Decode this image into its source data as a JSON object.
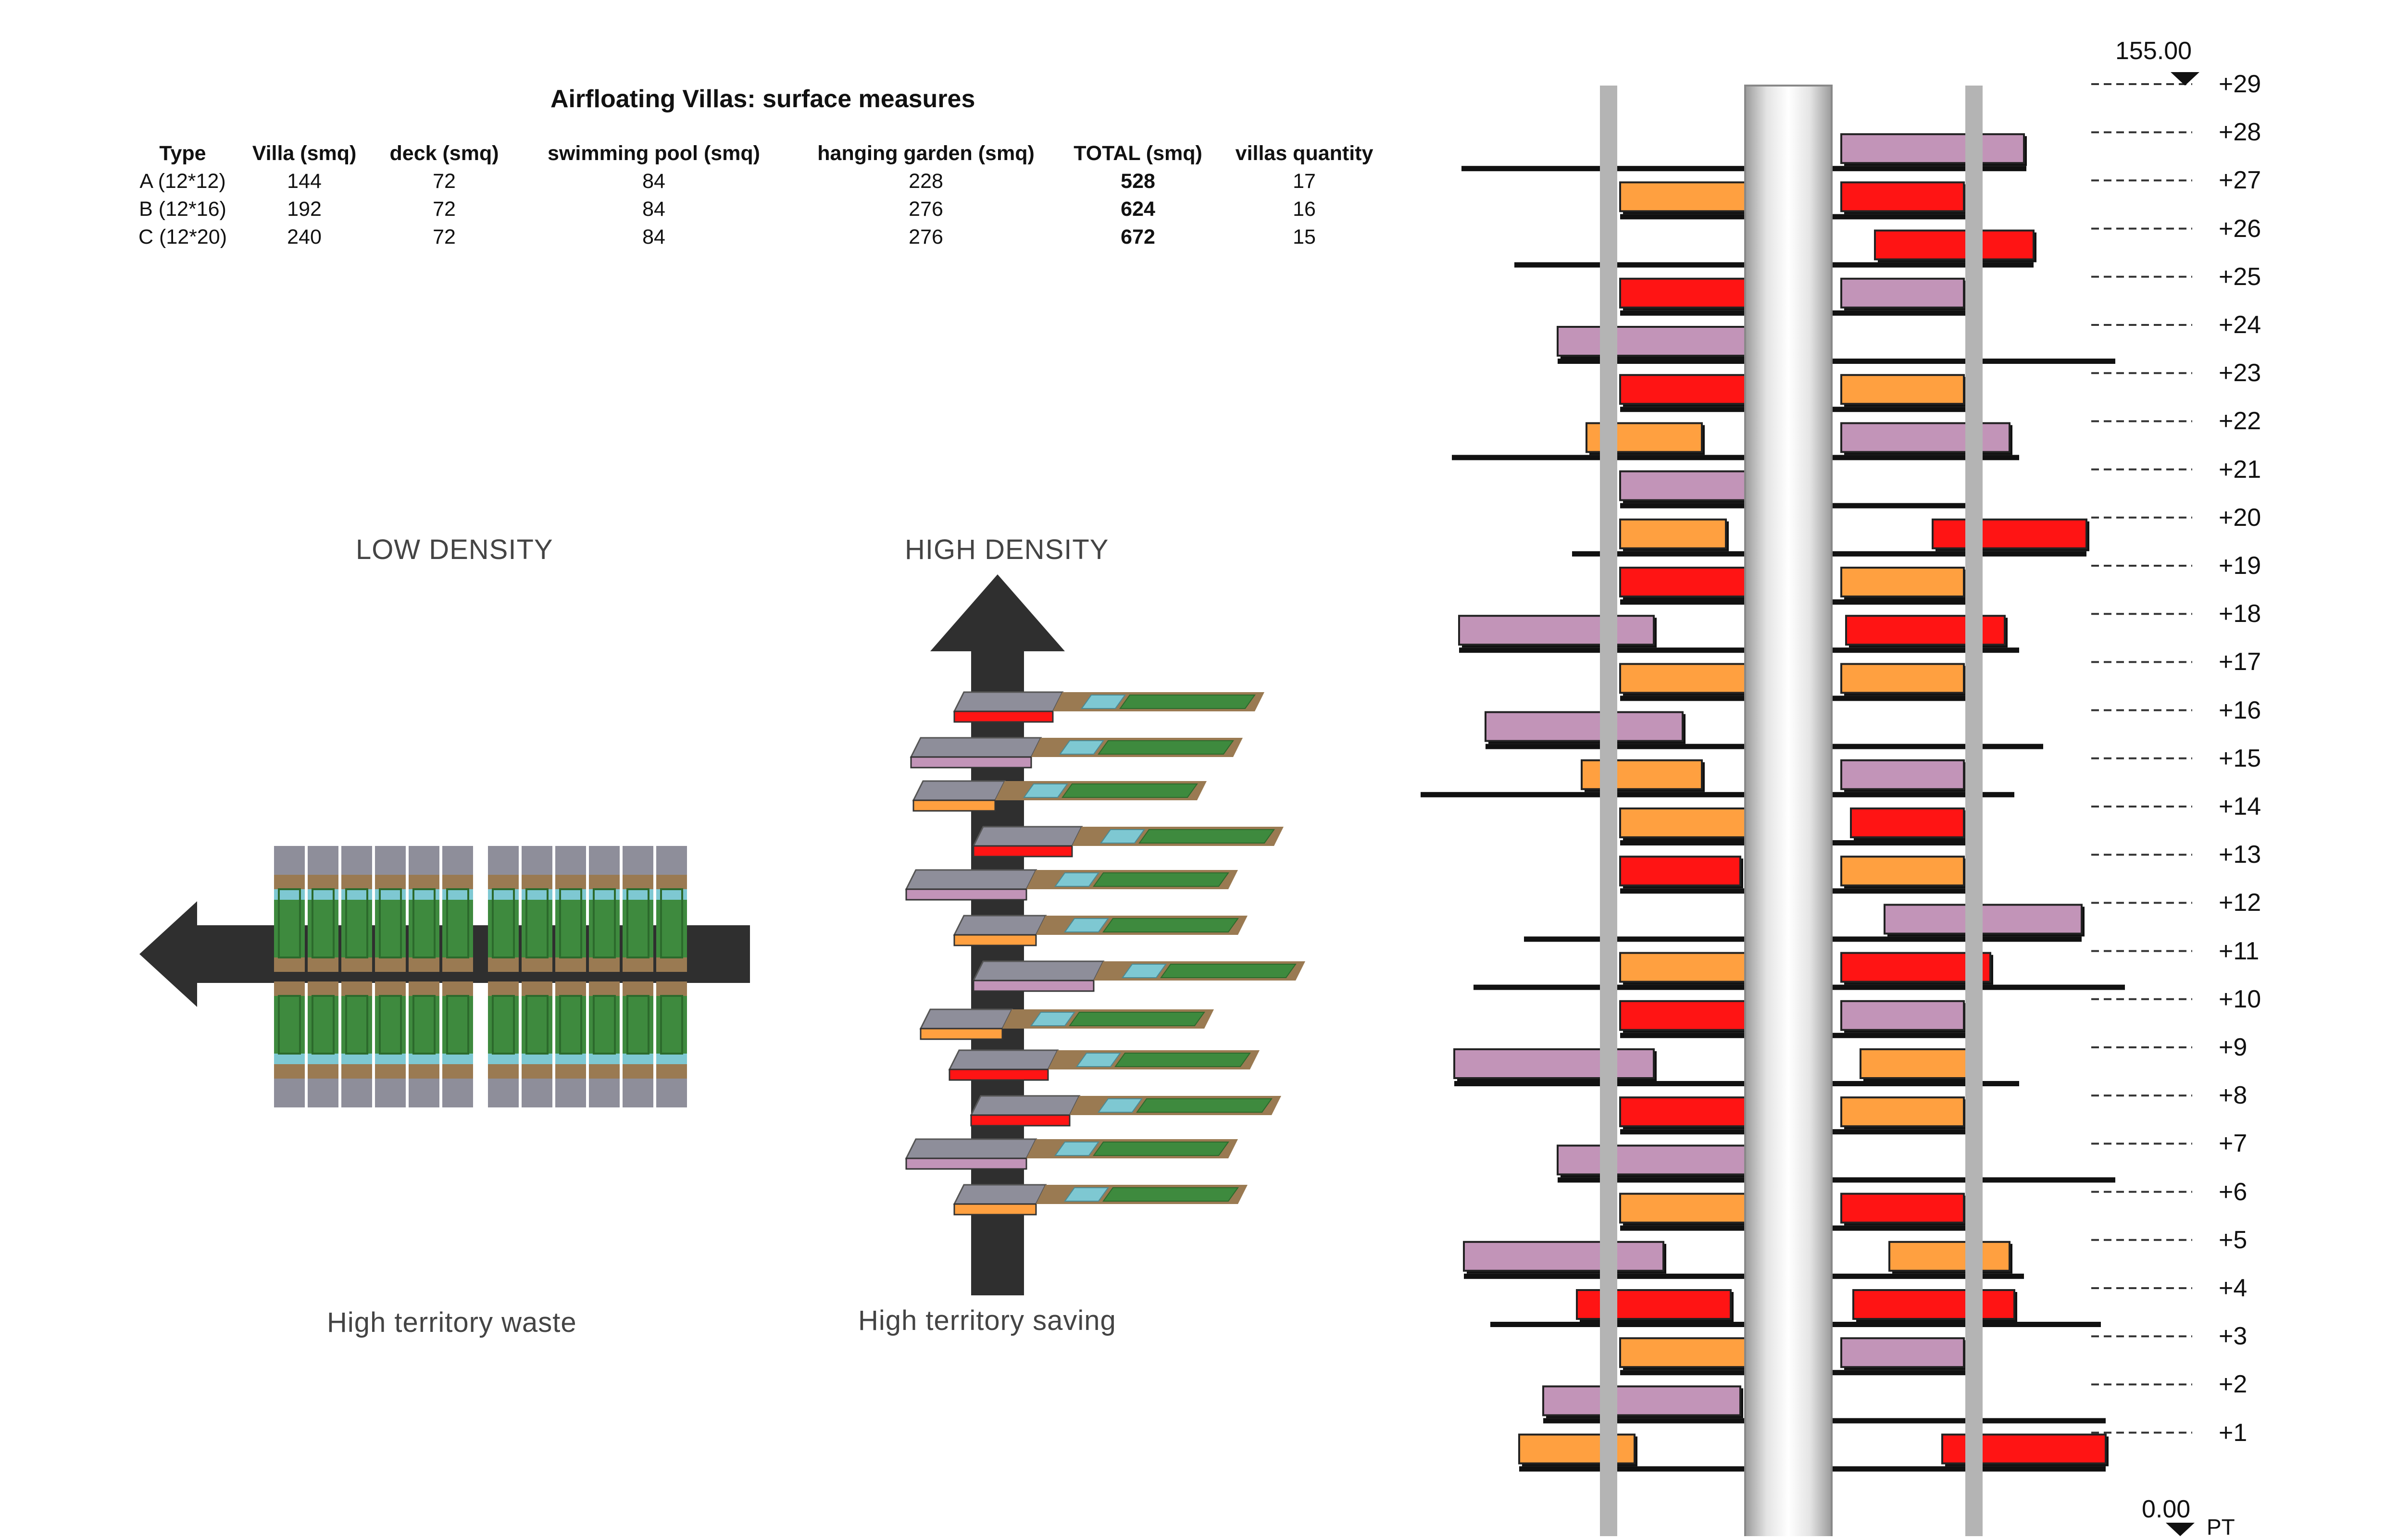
{
  "table": {
    "title": "Airfloating Villas: surface measures",
    "headers": [
      "Type",
      "Villa (smq)",
      "deck (smq)",
      "swimming pool (smq)",
      "hanging garden (smq)",
      "TOTAL (smq)",
      "villas quantity"
    ],
    "rows": [
      [
        "A (12*12)",
        "144",
        "72",
        "84",
        "228",
        "528",
        "17"
      ],
      [
        "B (12*16)",
        "192",
        "72",
        "84",
        "276",
        "624",
        "16"
      ],
      [
        "C (12*20)",
        "240",
        "72",
        "84",
        "276",
        "672",
        "15"
      ]
    ]
  },
  "low_density": {
    "label": "LOW DENSITY",
    "caption": "High territory waste"
  },
  "high_density": {
    "label": "HIGH DENSITY",
    "caption": "High territory saving"
  },
  "tower": {
    "top_elevation": "155.00",
    "bottom_elevation": "0.00",
    "ground_label": "PT",
    "levels": [
      "+29",
      "+28",
      "+27",
      "+26",
      "+25",
      "+24",
      "+23",
      "+22",
      "+21",
      "+20",
      "+19",
      "+18",
      "+17",
      "+16",
      "+15",
      "+14",
      "+13",
      "+12",
      "+11",
      "+10",
      "+9",
      "+8",
      "+7",
      "+6",
      "+5",
      "+4",
      "+3",
      "+2",
      "+1"
    ]
  },
  "colors": {
    "villa_a": "#ff1414",
    "villa_b": "#ffa040",
    "villa_c": "#c294b8",
    "core": "#d8d8d8",
    "column": "#b4b4b4",
    "arrow": "#2f2f2f",
    "garden": "#3e8a3e",
    "pool": "#7ec8d2",
    "deck": "#9a7a52"
  }
}
